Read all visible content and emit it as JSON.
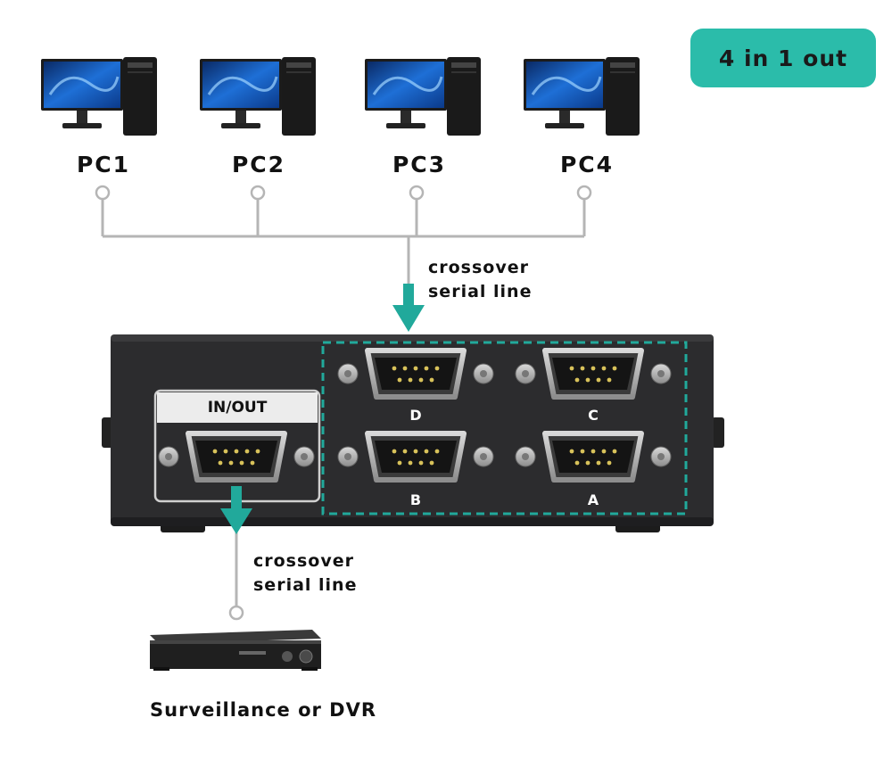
{
  "badge": {
    "text": "4 in 1 out"
  },
  "pcs": [
    {
      "label": "PC1"
    },
    {
      "label": "PC2"
    },
    {
      "label": "PC3"
    },
    {
      "label": "PC4"
    }
  ],
  "input_line": {
    "line1": "crossover",
    "line2": "serial line"
  },
  "output_line": {
    "line1": "crossover",
    "line2": "serial line"
  },
  "switch": {
    "io_port_label": "IN/OUT",
    "ports": [
      {
        "label": "D"
      },
      {
        "label": "C"
      },
      {
        "label": "B"
      },
      {
        "label": "A"
      }
    ]
  },
  "device": {
    "label": "Surveillance or DVR"
  },
  "colors": {
    "accent": "#21a99b",
    "badge_bg": "#2bbcaa",
    "wire": "#b5b5b5",
    "switch_body": "#2c2c2e"
  }
}
